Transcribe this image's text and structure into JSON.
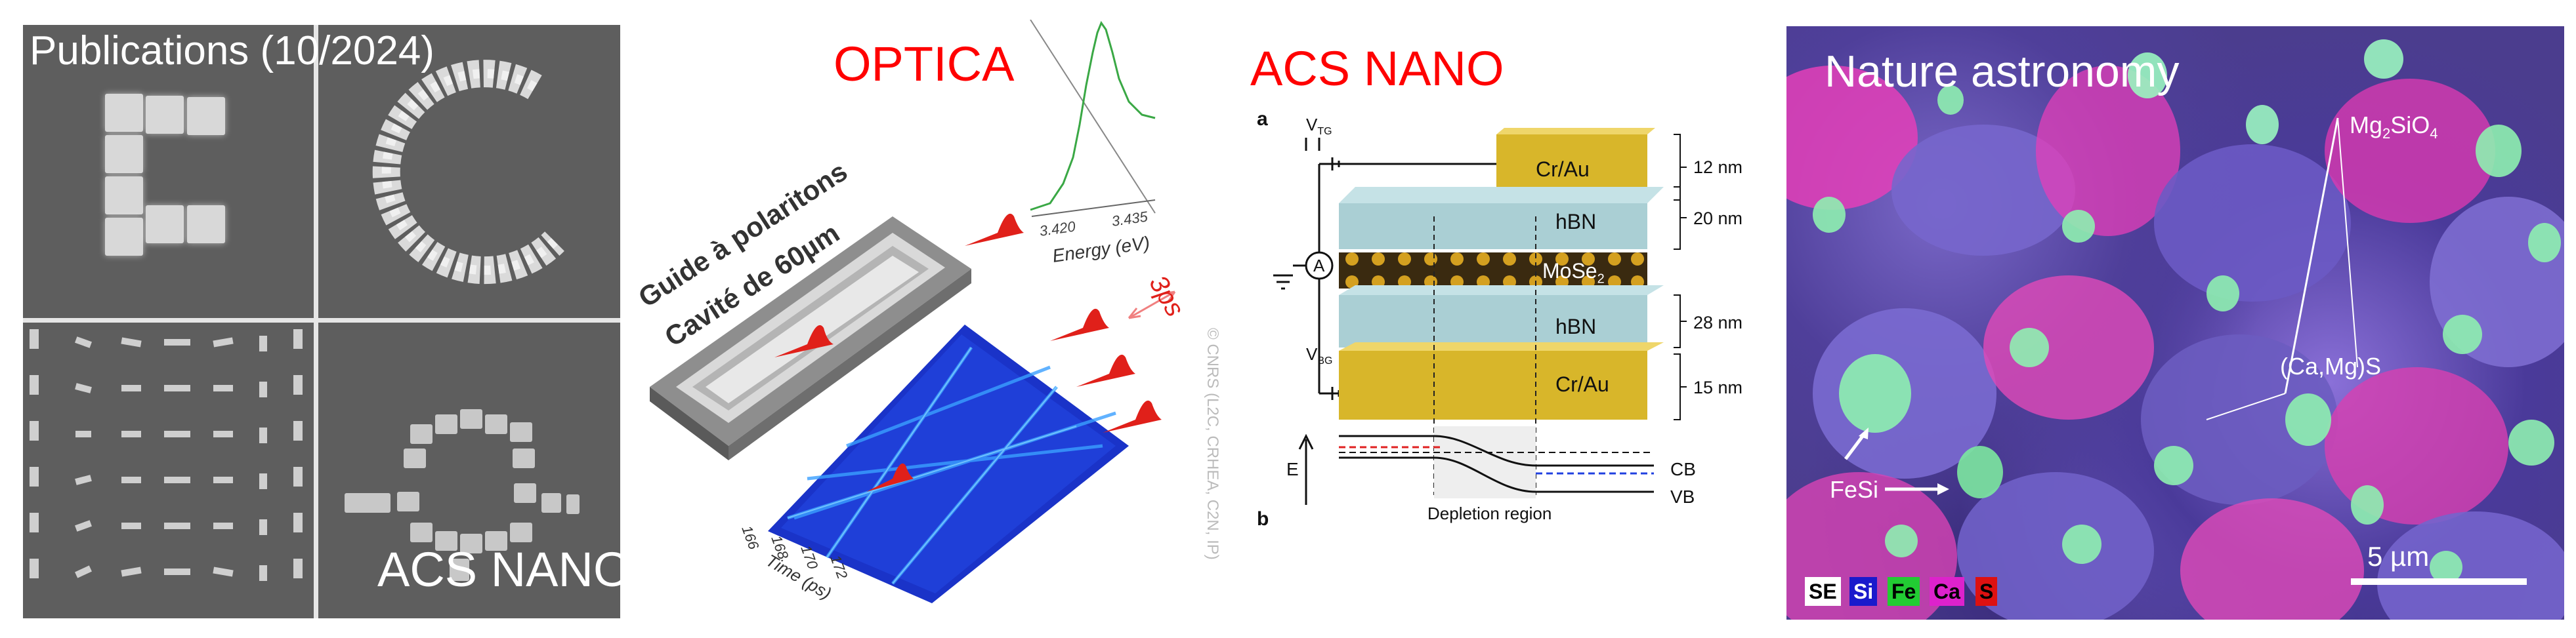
{
  "panel_sem": {
    "title": "Publications (10/2024)",
    "journal": "ACS NANO"
  },
  "panel_optica": {
    "journal": "OPTICA",
    "device_label_1": "Guide à polaritons",
    "device_label_2": "Cavité de 60µm",
    "delay_label": "3ps",
    "energy_axis_label": "Energy (eV)",
    "energy_ticks": [
      "3.420",
      "3.435"
    ],
    "time_axis_label": "Time (ps)",
    "time_ticks": [
      "166",
      "168",
      "170",
      "172"
    ],
    "credit": "© CNRS (L2C, CRHEA, C2N, IP)",
    "colors": {
      "title": "#ff0000",
      "pulse": "#e0201a",
      "spectrum": "#3aa845",
      "waveguide_map": "#1535c8"
    }
  },
  "panel_acs": {
    "journal": "ACS NANO",
    "panel_a": "a",
    "panel_b": "b",
    "vtg": "V",
    "vtg_sub": "TG",
    "vbg": "V",
    "vbg_sub": "BG",
    "ammeter": "A",
    "layers": [
      {
        "label": "Cr/Au",
        "thickness": "12 nm"
      },
      {
        "label": "hBN",
        "thickness": "20 nm"
      },
      {
        "label": "MoSe",
        "sub": "2",
        "thickness": ""
      },
      {
        "label": "hBN",
        "thickness": "28 nm"
      },
      {
        "label": "Cr/Au",
        "thickness": "15 nm"
      }
    ],
    "energy_axis": "E",
    "cb": "CB",
    "vb": "VB",
    "depletion": "Depletion region"
  },
  "panel_nature": {
    "journal": "Nature astronomy",
    "mineral_1": "Mg",
    "mineral_1_sub1": "2",
    "mineral_1_mid": "SiO",
    "mineral_1_sub2": "4",
    "mineral_2": "(Ca,Mg)S",
    "mineral_3": "FeSi",
    "scale_bar": "5 µm",
    "legend": [
      {
        "label": "SE",
        "bg": "#ffffff",
        "fg": "#000000"
      },
      {
        "label": "Si",
        "bg": "#1a1acc",
        "fg": "#ffffff"
      },
      {
        "label": "Fe",
        "bg": "#22cc33",
        "fg": "#000000"
      },
      {
        "label": "Ca",
        "bg": "#dd22cc",
        "fg": "#000000"
      },
      {
        "label": "S",
        "bg": "#dd1111",
        "fg": "#000000"
      }
    ]
  }
}
